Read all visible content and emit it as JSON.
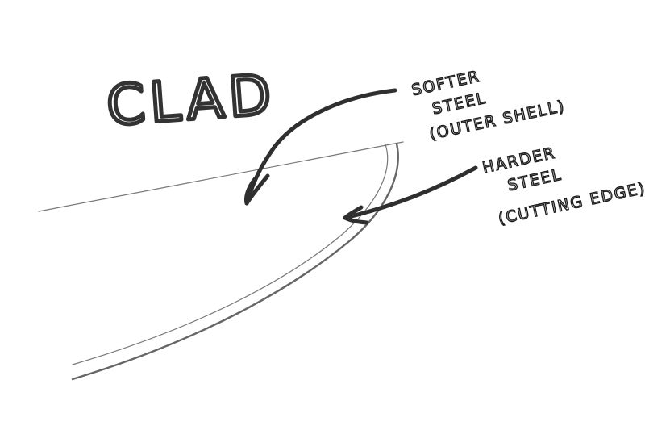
{
  "diagram": {
    "title": "CLAD",
    "labels": {
      "softer": {
        "lines": [
          "SOFTER",
          "STEEL",
          "(OUTER SHELL)"
        ]
      },
      "harder": {
        "lines": [
          "HARDER",
          "STEEL",
          "(CUTTING EDGE)"
        ]
      }
    },
    "elements": {
      "spine_line": "blade-spine-line",
      "inner_curve": "softer-harder-boundary",
      "outer_curve": "cutting-edge-curve",
      "arrow_softer": "arrow-to-outer-shell",
      "arrow_harder": "arrow-to-cutting-edge"
    },
    "colors": {
      "background": "#ffffff",
      "ink": "#2f2f2f",
      "pencil": "#777777"
    }
  }
}
